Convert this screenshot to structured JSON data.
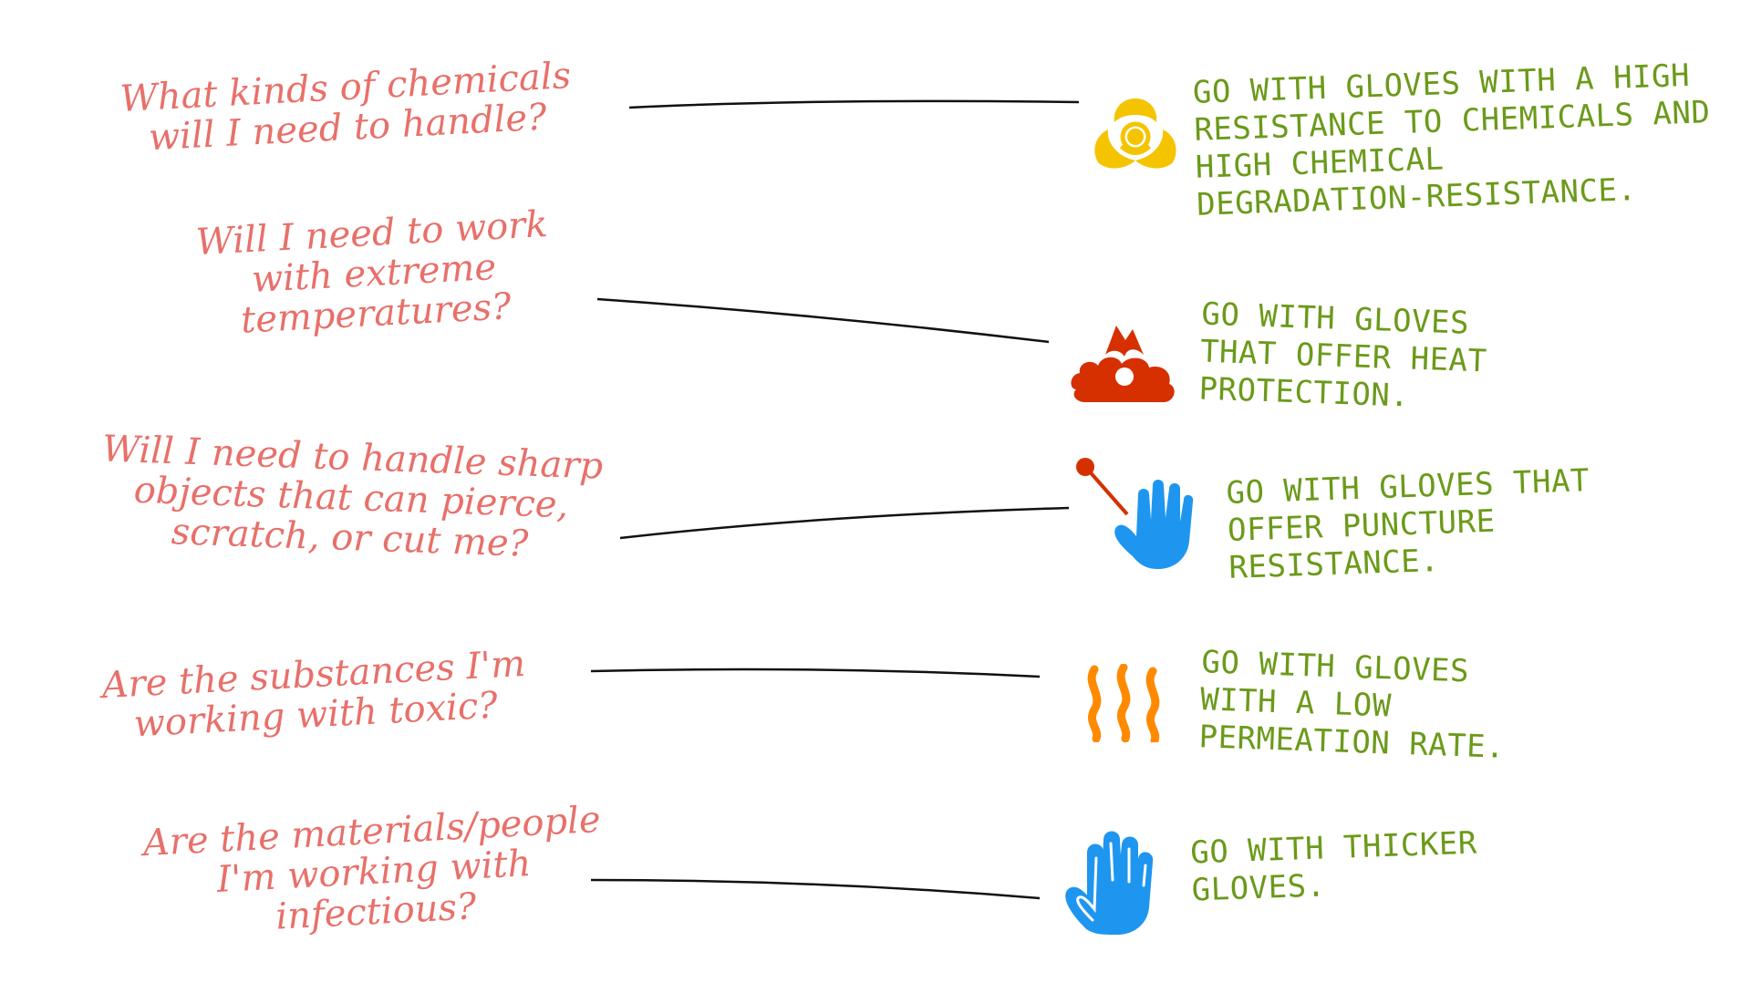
{
  "rows": [
    {
      "question": [
        "What kinds of chemicals",
        "will I need to handle?"
      ],
      "answer": [
        "GO WITH GLOVES WITH A HIGH",
        "RESISTANCE TO CHEMICALS AND",
        "HIGH CHEMICAL",
        "DEGRADATION-RESISTANCE."
      ],
      "icon": "biohazard-icon",
      "icon_color": "#f5c400"
    },
    {
      "question": [
        "Will I need to work",
        "with extreme",
        "temperatures?"
      ],
      "answer": [
        "GO WITH GLOVES",
        "THAT OFFER HEAT",
        "PROTECTION."
      ],
      "icon": "fire-icon",
      "icon_color": "#d63000"
    },
    {
      "question": [
        "Will I need to handle sharp",
        "objects that can pierce,",
        "scratch, or cut me?"
      ],
      "answer": [
        "GO WITH GLOVES THAT",
        "OFFER PUNCTURE",
        "RESISTANCE."
      ],
      "icon": "pin-and-hand-icon",
      "icon_color": "#1e96f0",
      "secondary_color": "#d63000"
    },
    {
      "question": [
        "Are the substances I'm",
        "working with toxic?"
      ],
      "answer": [
        "GO WITH GLOVES",
        "WITH A LOW",
        "PERMEATION RATE."
      ],
      "icon": "fumes-icon",
      "icon_color": "#ff8a00"
    },
    {
      "question": [
        "Are the materials/people",
        "I'm working with",
        "infectious?"
      ],
      "answer": [
        "GO WITH THICKER",
        "GLOVES."
      ],
      "icon": "hand-icon",
      "icon_color": "#1e96f0"
    }
  ]
}
